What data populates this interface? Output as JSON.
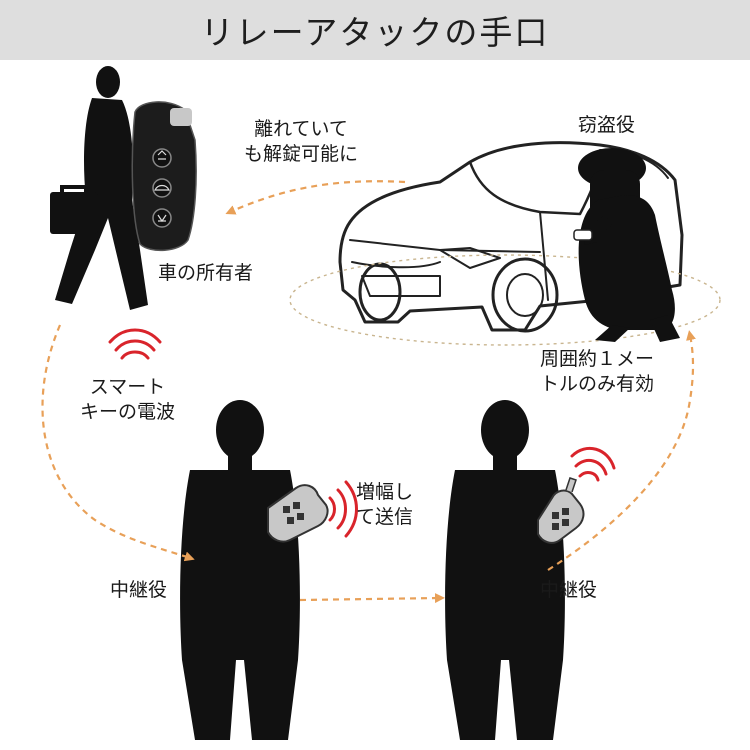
{
  "title": "リレーアタックの手口",
  "labels": {
    "owner": "車の所有者",
    "thief": "窃盗役",
    "leave_line1": "離れていて",
    "leave_line2": "も解錠可能に",
    "range_line1": "周囲約１メー",
    "range_line2": "トルのみ有効",
    "smart_line1": "スマート",
    "smart_line2": "キーの電波",
    "amplify_line1": "増幅し",
    "amplify_line2": "て送信",
    "relay_left": "中継役",
    "relay_right": "中継役"
  },
  "colors": {
    "arrow": "#e8a058",
    "signal": "#d9242b",
    "silhouette": "#111111",
    "title_bg": "#dedede"
  },
  "icons": [
    "smart-key-icon",
    "car-icon",
    "signal-waves-icon",
    "relay-device-icon"
  ]
}
